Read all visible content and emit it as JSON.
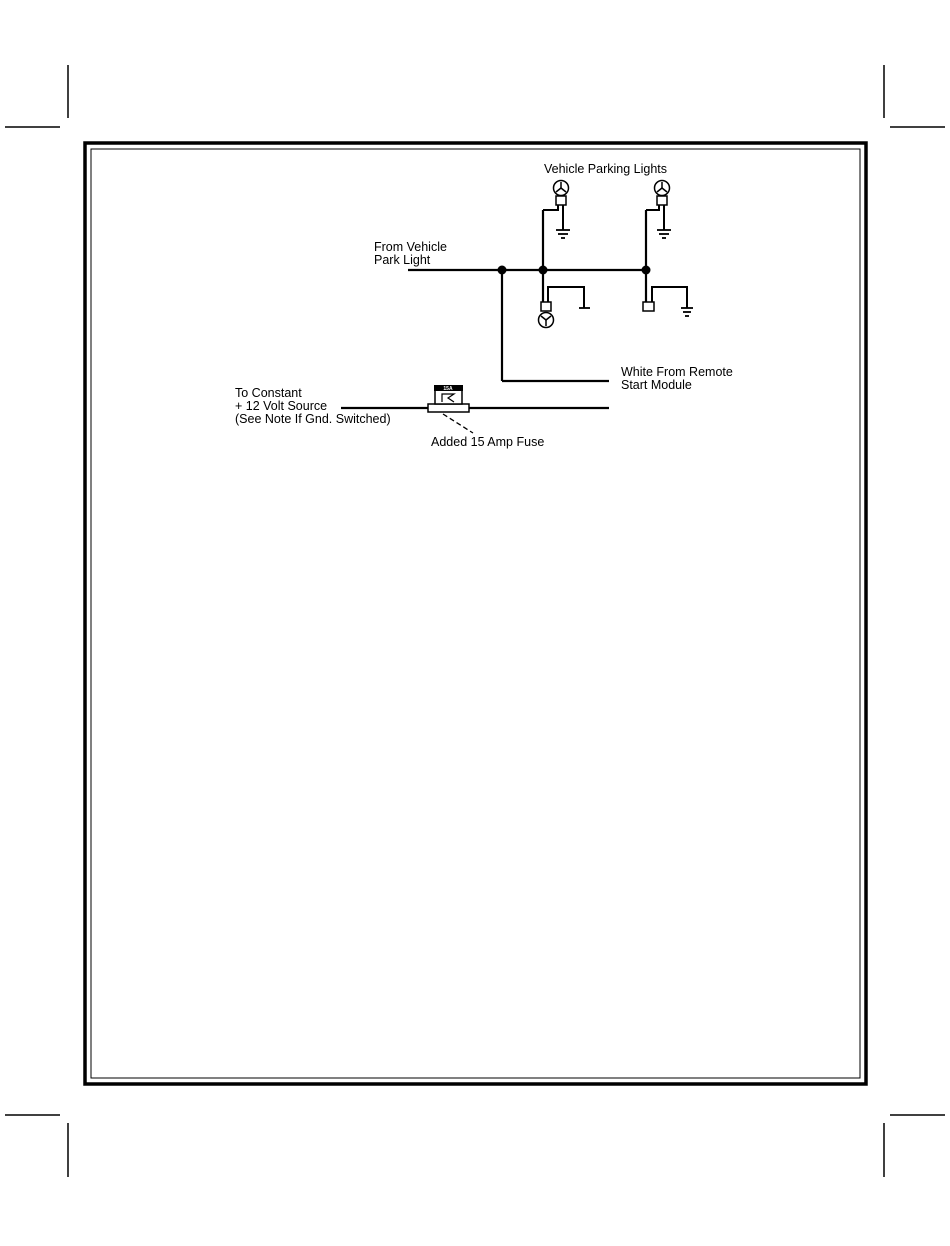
{
  "diagram": {
    "labels": {
      "parking_lights": "Vehicle Parking Lights",
      "from_vehicle_line1": "From Vehicle",
      "from_vehicle_line2": "Park Light",
      "white_remote_line1": "White From Remote",
      "white_remote_line2": "Start Module",
      "constant_line1": "To Constant",
      "constant_line2": "+ 12 Volt Source",
      "constant_line3": "(See Note If Gnd. Switched)",
      "fuse_label": "Added 15 Amp Fuse",
      "fuse_rating": "15A"
    }
  },
  "colors": {
    "ink": "#000000",
    "paper": "#ffffff"
  }
}
